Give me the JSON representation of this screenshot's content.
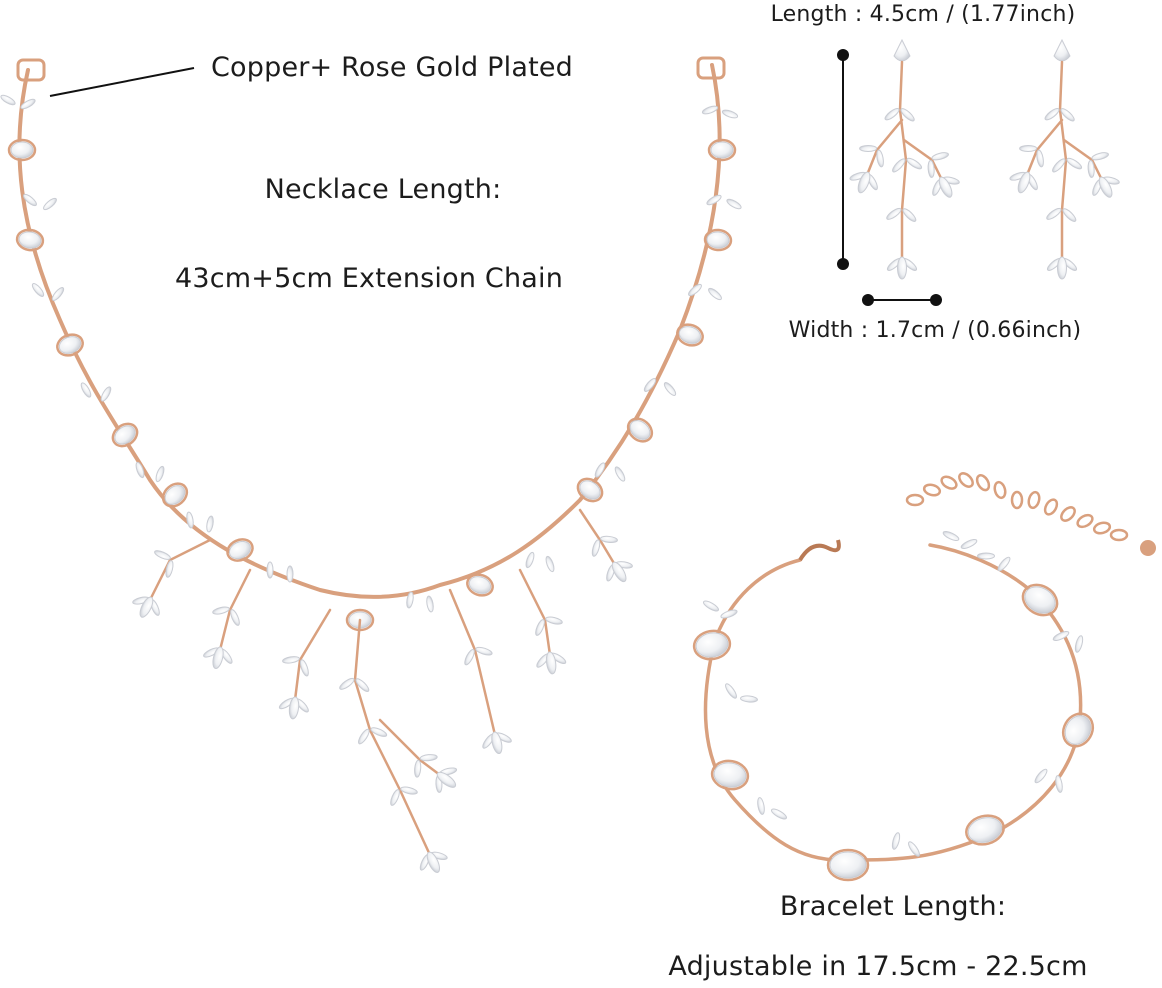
{
  "labels": {
    "material": "Copper+ Rose Gold Plated",
    "necklace_length_title": "Necklace Length:",
    "necklace_length_value": "43cm+5cm Extension Chain",
    "earring_length": "Length : 4.5cm / (1.77inch)",
    "earring_width": "Width : 1.7cm / (0.66inch)",
    "bracelet_length_title": "Bracelet Length:",
    "bracelet_length_value": "Adjustable  in 17.5cm - 22.5cm"
  },
  "colors": {
    "background": "#ffffff",
    "text": "#1c1c1c",
    "rose_gold": "#d9a07e",
    "rose_gold_dark": "#b97a55",
    "crystal": "#f4f5f7",
    "crystal_edge": "#c9ccd3",
    "marker": "#111111"
  }
}
